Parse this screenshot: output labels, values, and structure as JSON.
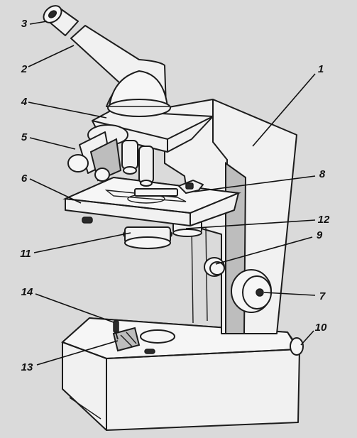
{
  "callouts": [
    {
      "id": "c1",
      "text": "1"
    },
    {
      "id": "c2",
      "text": "2"
    },
    {
      "id": "c3",
      "text": "3"
    },
    {
      "id": "c4",
      "text": "4"
    },
    {
      "id": "c5",
      "text": "5"
    },
    {
      "id": "c6",
      "text": "6"
    },
    {
      "id": "c7",
      "text": "7"
    },
    {
      "id": "c8",
      "text": "8"
    },
    {
      "id": "c9",
      "text": "9"
    },
    {
      "id": "c10",
      "text": "10"
    },
    {
      "id": "c11",
      "text": "11"
    },
    {
      "id": "c12",
      "text": "12"
    },
    {
      "id": "c13",
      "text": "13"
    },
    {
      "id": "c14",
      "text": "14"
    }
  ],
  "colors": {
    "background": "#dadada",
    "ink": "#1c1c1c",
    "shade": "#bdbdbd",
    "fill": "#f1f1f1"
  }
}
